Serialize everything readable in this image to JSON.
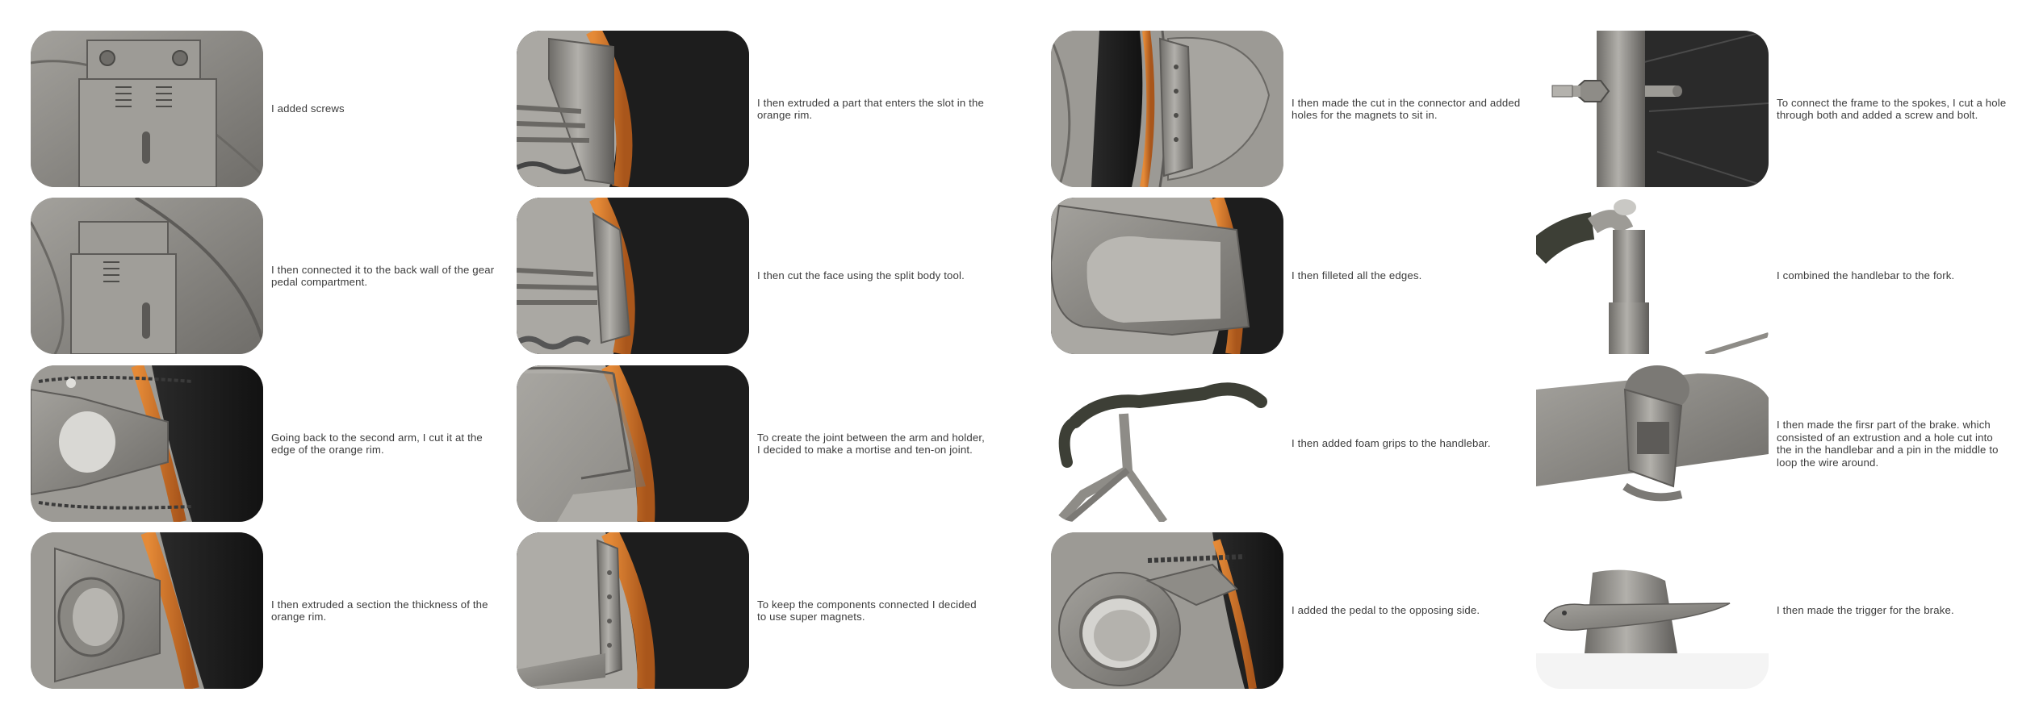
{
  "document": {
    "steps": [
      {
        "caption": "I added screws"
      },
      {
        "caption": "I then connected it to the back wall of the gear pedal compartment."
      },
      {
        "caption": "Going back to the second arm, I cut it at the edge of the orange rim."
      },
      {
        "caption": "I then extruded a section the thickness of the orange rim."
      },
      {
        "caption": "I then extruded a part that enters the slot in the orange rim."
      },
      {
        "caption": "I then cut the face using the split body tool."
      },
      {
        "caption": "To create the joint between the arm and holder, I decided to make a mortise and ten-on joint."
      },
      {
        "caption": "To keep the components connected I decided to use super magnets."
      },
      {
        "caption": "I then made the cut in the connector and added holes for the magnets to sit in."
      },
      {
        "caption": "I then filleted all the edges."
      },
      {
        "caption": "I then added foam grips to the handlebar."
      },
      {
        "caption": "I added the pedal to the opposing side."
      },
      {
        "caption": "To connect the frame to the spokes, I cut a hole through both and added a screw and bolt."
      },
      {
        "caption": "I combined the handlebar to the fork."
      },
      {
        "caption": "I then made the firsr part of the brake. which consisted of an extrustion and a hole cut into the in the handlebar and a pin in the middle to loop the wire around."
      },
      {
        "caption": "I then made the trigger for the brake."
      }
    ]
  },
  "colors": {
    "text": "#3b3b3b",
    "metal": "#8c8a85",
    "orange_rim": "#d9782a",
    "tyre_black": "#1c1c1c",
    "background": "#ffffff"
  }
}
